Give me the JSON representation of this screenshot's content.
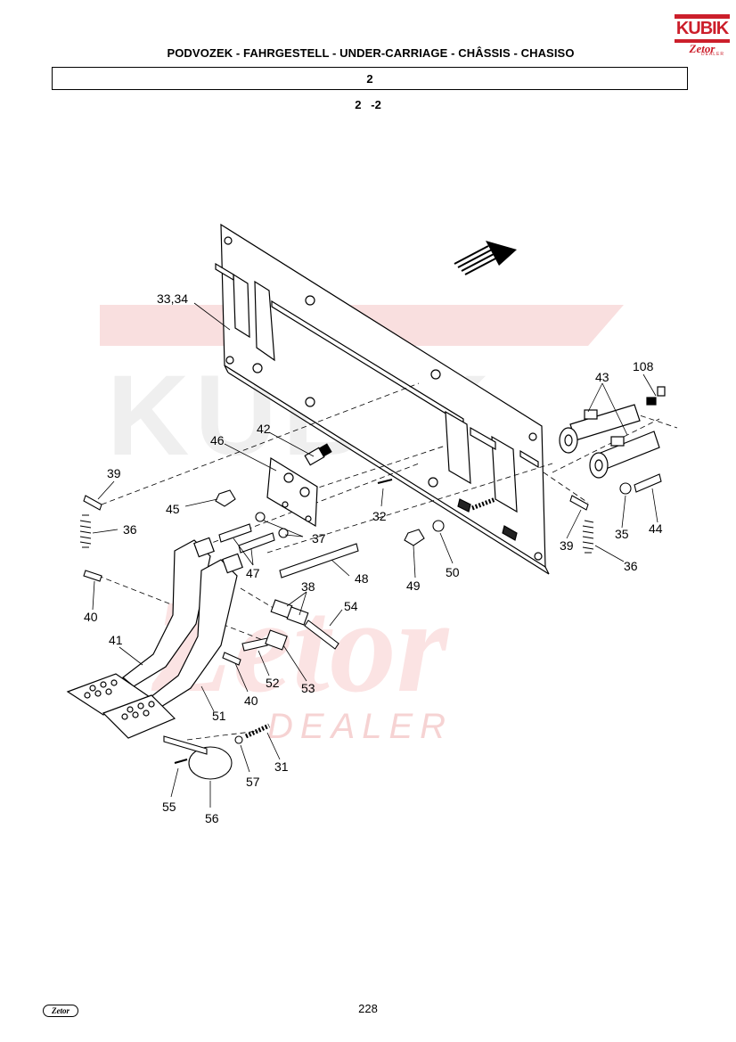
{
  "header": {
    "title": "PODVOZEK - FAHRGESTELL - UNDER-CARRIAGE - CHÂSSIS - CHASISO",
    "section_number": "2",
    "sub_section": "2   -2"
  },
  "logo": {
    "brand": "KUBIK",
    "sub": "Zetor",
    "tag": "DEALER"
  },
  "watermark": {
    "brand": "KUBIK",
    "sub": "Zetor",
    "tag": "DEALER"
  },
  "footer": {
    "page_number": "228",
    "logo": "Zetor"
  },
  "part_labels": {
    "p33_34": "33,34",
    "p42": "42",
    "p46": "46",
    "p43": "43",
    "p108": "108",
    "p39_left": "39",
    "p45": "45",
    "p36_left": "36",
    "p32": "32",
    "p37": "37",
    "p47": "47",
    "p49": "49",
    "p50": "50",
    "p48": "48",
    "p39_right": "39",
    "p35": "35",
    "p44": "44",
    "p36_right": "36",
    "p40_top": "40",
    "p38": "38",
    "p54": "54",
    "p41": "41",
    "p52": "52",
    "p53": "53",
    "p40_bottom": "40",
    "p51": "51",
    "p31": "31",
    "p57": "57",
    "p55": "55",
    "p56": "56"
  },
  "colors": {
    "logo_red": "#cc1f2b",
    "watermark_pink": "#f6d6d6",
    "watermark_gray": "#ededed"
  }
}
